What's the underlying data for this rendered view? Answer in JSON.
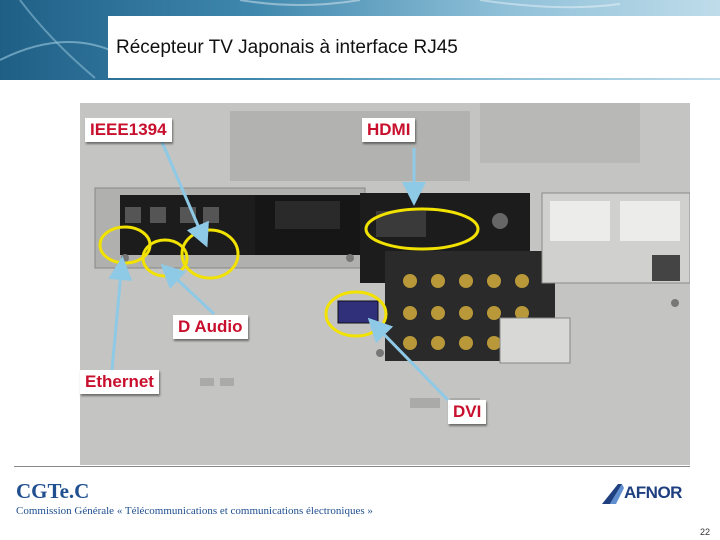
{
  "slide": {
    "title": "Récepteur TV Japonais à interface RJ45",
    "page_number": "22"
  },
  "callouts": {
    "ieee1394": "IEEE1394",
    "hdmi": "HDMI",
    "d_audio": "D Audio",
    "ethernet": "Ethernet",
    "dvi": "DVI"
  },
  "footer": {
    "org": "CGTe.C",
    "org_full": "Commission Générale « Télécommunications et communications électroniques »",
    "logo_text": "AFNOR"
  },
  "colors": {
    "callout_text": "#c8102e",
    "highlight_ring": "#f2e200",
    "footer_text": "#1f4f8f"
  }
}
